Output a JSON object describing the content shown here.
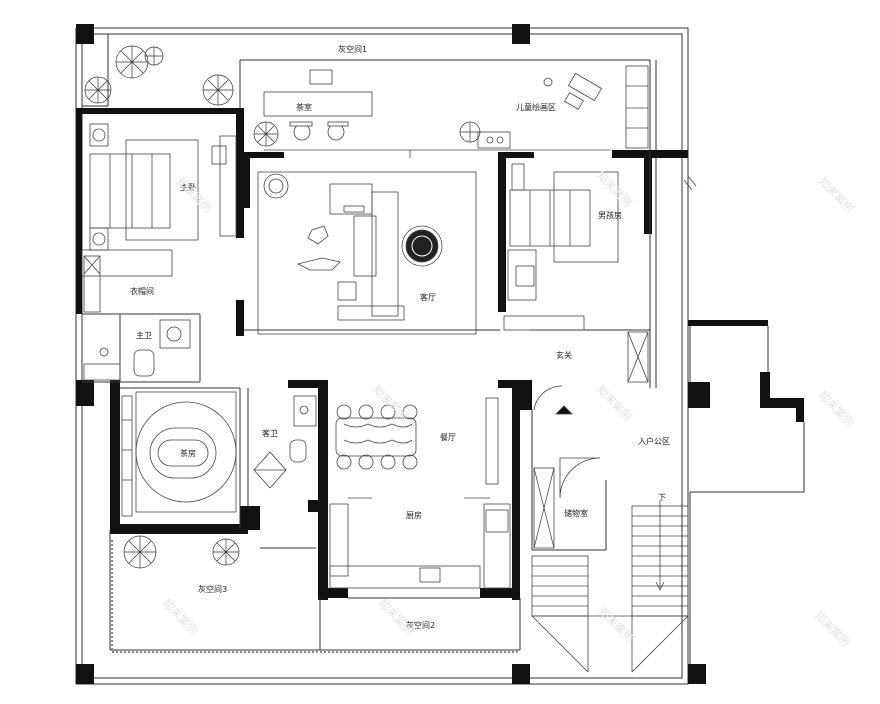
{
  "rooms": {
    "gray_space_1": "灰空间1",
    "tea_room": "茶室",
    "kids_drawing_area": "儿童绘画区",
    "master_bedroom": "主卧",
    "living_room": "客厅",
    "boys_room": "男孩房",
    "walk_in_closet": "衣帽间",
    "master_bath": "主卫",
    "foyer": "玄关",
    "dining_room": "餐厅",
    "entrance_public_area": "入户公区",
    "guest_bath": "客卫",
    "tea_room_2": "茶房",
    "kitchen": "厨房",
    "storage_room": "储物室",
    "stair_down": "下",
    "gray_space_3": "灰空间3",
    "gray_space_2": "灰空间2"
  },
  "watermark": "知末案例",
  "colors": {
    "wall": "#111111",
    "line": "#333333",
    "background": "#ffffff"
  }
}
